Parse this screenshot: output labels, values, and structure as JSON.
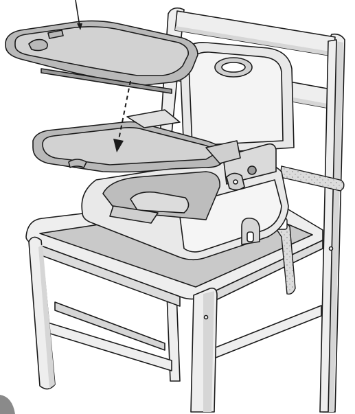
{
  "figure": {
    "kind": "assembly-illustration",
    "steps": [
      "lift-tray-off",
      "place-tray-on-arms"
    ],
    "colors": {
      "line": "#1a1a1a",
      "tray": "#b9b9b9",
      "tray_light": "#d2d2d2",
      "seat": "#e8e8e8",
      "cushion": "#a9a9a9",
      "chair": "#eeeeee",
      "chair_shade": "#d6d6d6",
      "strap": "#dcdcdc",
      "badge": "#8a8a8a"
    },
    "icons": [
      "pointer-arrow-icon",
      "dashed-motion-arrow-icon",
      "strap-buckle-icon",
      "adjust-knob-icon"
    ]
  }
}
